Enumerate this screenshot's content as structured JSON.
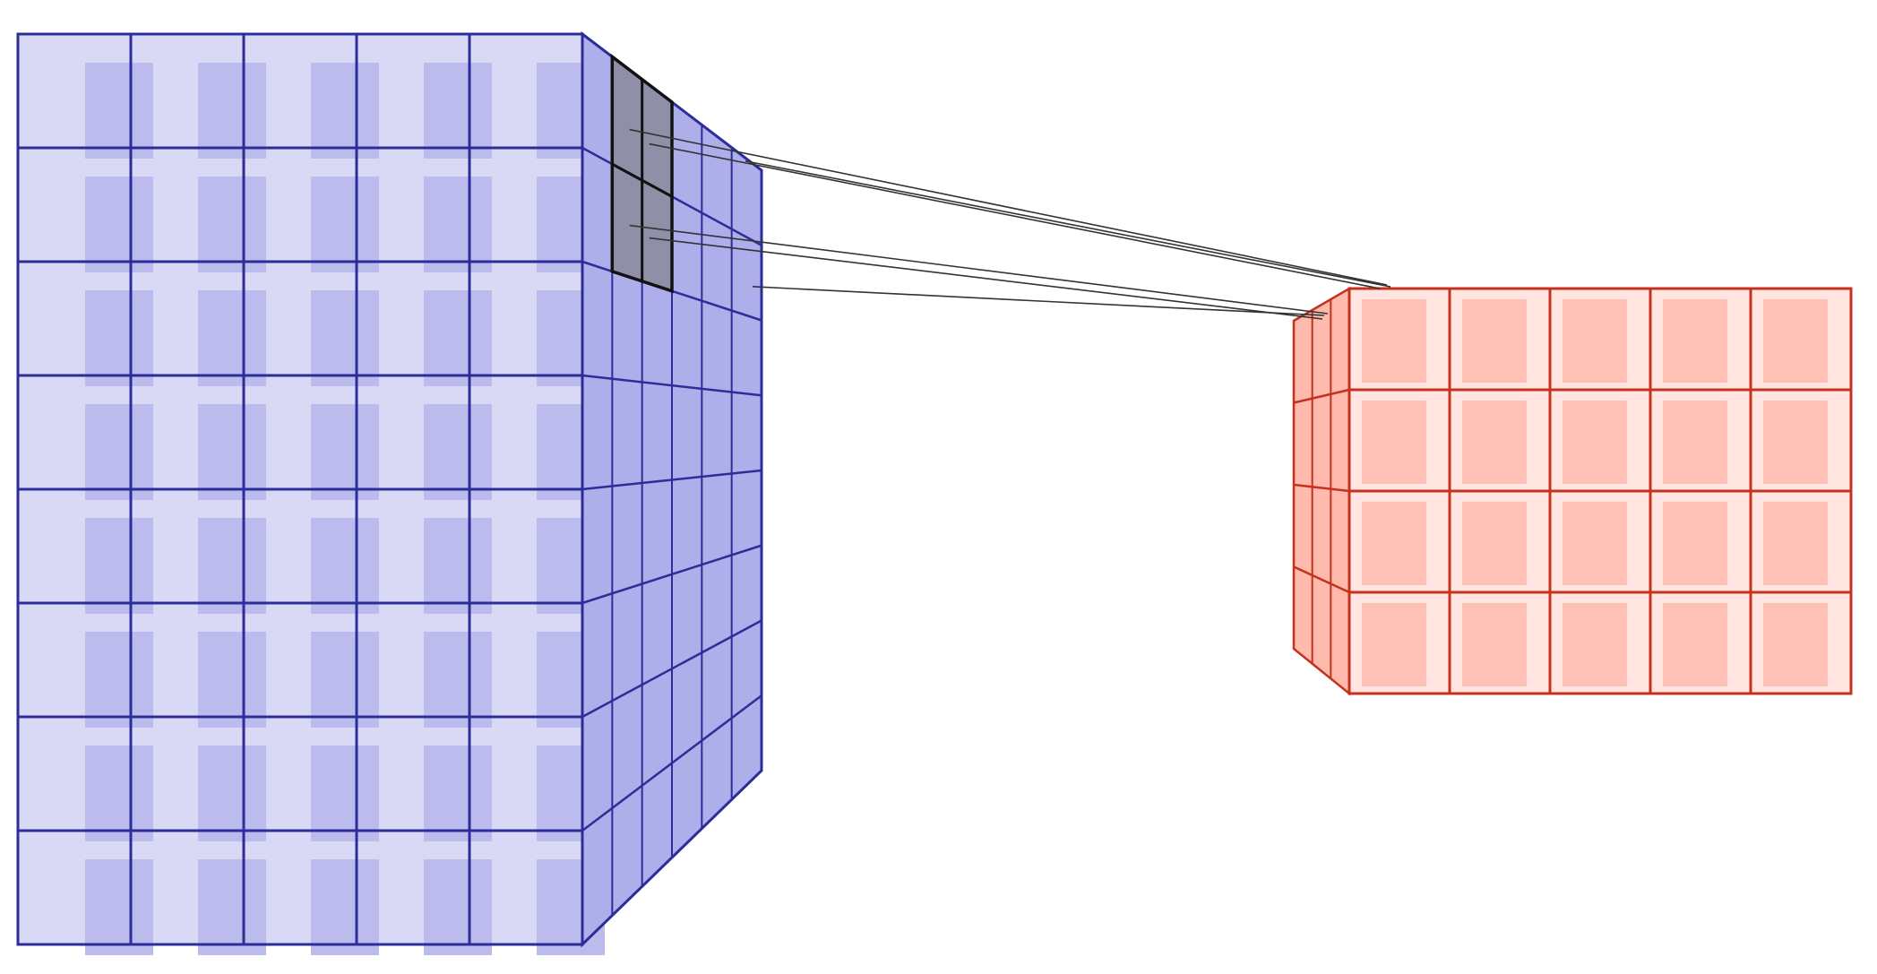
{
  "diagram": {
    "kind": "pooling-3d-feature-map-projection",
    "input_volume": {
      "rows": 8,
      "cols": 5,
      "depth": 6,
      "fill": "#b9b9ee",
      "back_fill": "#a6a6e6",
      "side_fill": "#aeaeea",
      "stroke": "#2d2d9a"
    },
    "output_volume": {
      "rows": 4,
      "cols": 5,
      "depth": 3,
      "fill": "#ffc9bf",
      "back_fill": "#ffab9c",
      "side_fill": "#ffb9ad",
      "stroke": "#c4321d"
    },
    "pool_window": {
      "rows": 2,
      "cols": 2,
      "fill": "#8f8fa8",
      "stroke": "#111111"
    },
    "connector_color": "#333333"
  }
}
